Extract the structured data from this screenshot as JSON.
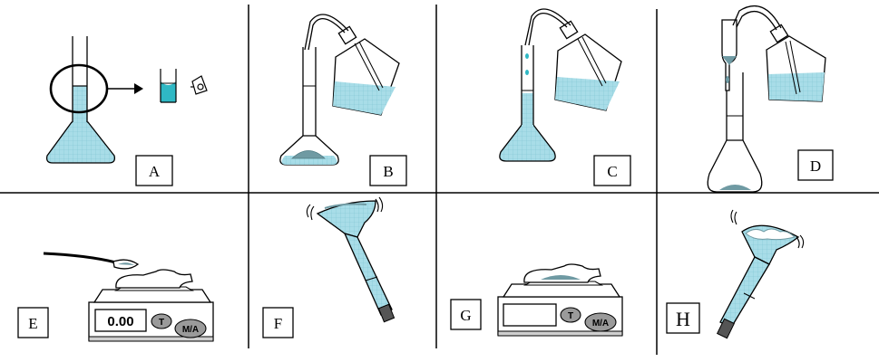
{
  "panels": [
    {
      "id": "A",
      "label": "A"
    },
    {
      "id": "B",
      "label": "B"
    },
    {
      "id": "C",
      "label": "C"
    },
    {
      "id": "D",
      "label": "D"
    },
    {
      "id": "E",
      "label": "E"
    },
    {
      "id": "F",
      "label": "F"
    },
    {
      "id": "G",
      "label": "G"
    },
    {
      "id": "H",
      "label": "H"
    }
  ],
  "balance": {
    "display_e": "0.00",
    "tare_label": "T",
    "mode_label": "M/A"
  },
  "colors": {
    "liquid": "#a8dde8",
    "liquid_dark": "#2fb8c4",
    "solid": "#6f9aa3",
    "line": "#000000"
  }
}
